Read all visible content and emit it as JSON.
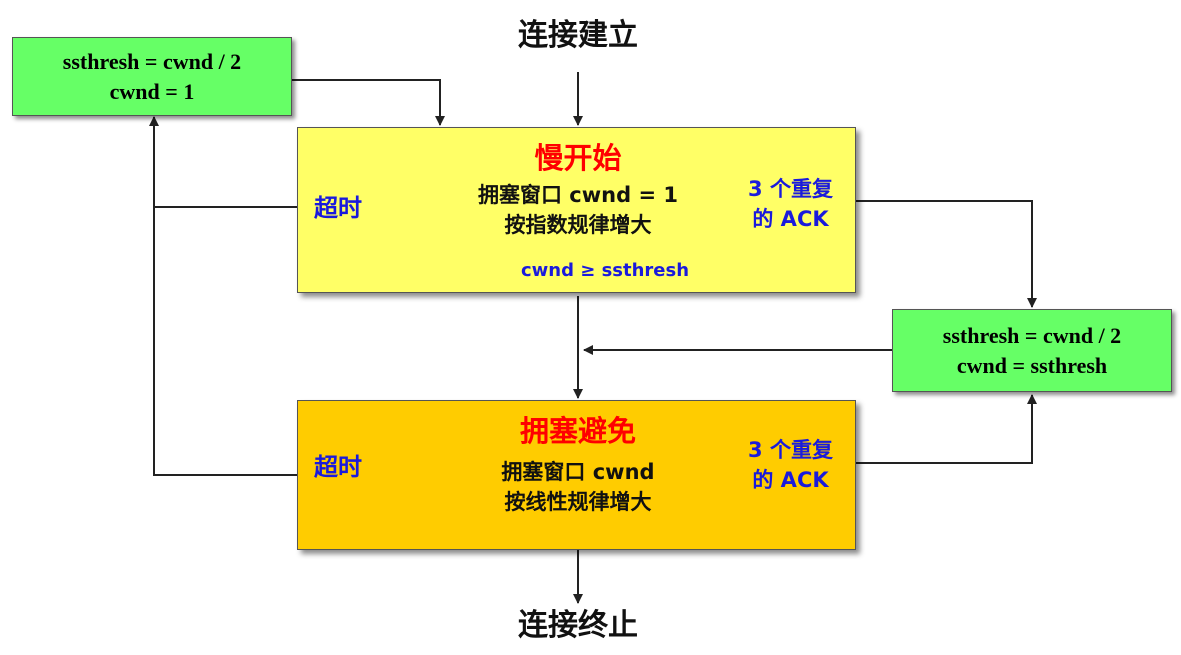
{
  "terminals": {
    "start": "连接建立",
    "end": "连接终止"
  },
  "actions": {
    "timeout_reset": {
      "line1": "ssthresh = cwnd / 2",
      "line2": "cwnd = 1"
    },
    "fast_recovery": {
      "line1": "ssthresh = cwnd / 2",
      "line2": "cwnd = ssthresh"
    }
  },
  "states": {
    "slow_start": {
      "title": "慢开始",
      "desc_line1": "拥塞窗口 cwnd = 1",
      "desc_line2": "按指数规律增大",
      "timeout_label": "超时",
      "dupack_line1": "3 个重复",
      "dupack_line2": "的 ACK",
      "threshold_label": "cwnd ≥ ssthresh"
    },
    "congestion_avoidance": {
      "title": "拥塞避免",
      "desc_line1": "拥塞窗口 cwnd",
      "desc_line2": "按线性规律增大",
      "timeout_label": "超时",
      "dupack_line1": "3 个重复",
      "dupack_line2": "的 ACK"
    }
  },
  "colors": {
    "slow_start_fill": "#ffff66",
    "congestion_avoidance_fill": "#ffcc00",
    "action_fill": "#66ff66",
    "state_title": "#ff0000",
    "label_blue": "#1a1adc",
    "wire": "#222222"
  }
}
